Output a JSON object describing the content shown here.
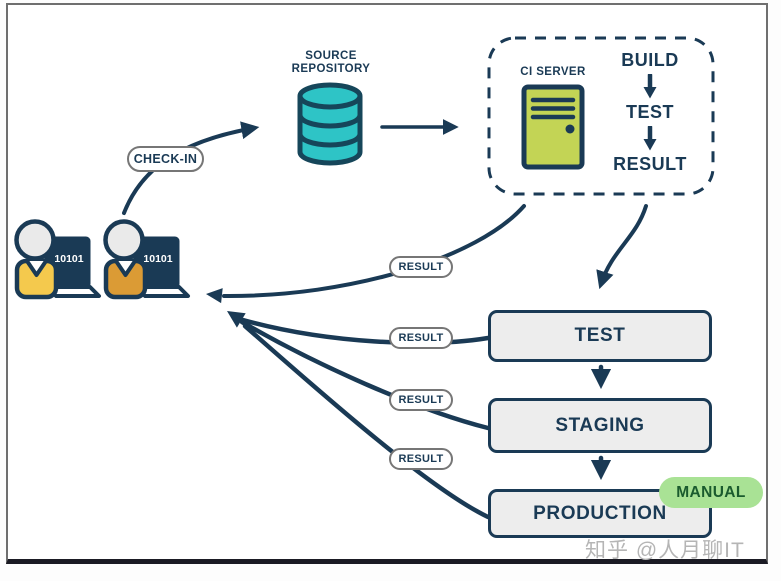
{
  "diagram": {
    "watermark": "知乎 @人月聊IT",
    "colors": {
      "navy": "#1a3a55",
      "teal": "#2ec4c6",
      "server_green": "#c3d455",
      "shirt_yellow": "#f4c94d",
      "shirt_orange": "#db9b35",
      "head_gray": "#eaeaea",
      "stage_box_fill": "#ededed",
      "badge_green": "#a9e295",
      "badge_text_green": "#1a5b2e",
      "pill_border_gray": "#767676"
    },
    "developers": [
      {
        "screen_code": "10101"
      },
      {
        "screen_code": "10101"
      }
    ],
    "checkin": {
      "label": "CHECK-IN"
    },
    "source_repository": {
      "line1": "SOURCE",
      "line2": "REPOSITORY"
    },
    "ci_server": {
      "label": "CI SERVER",
      "steps": [
        "BUILD",
        "TEST",
        "RESULT"
      ]
    },
    "pipeline": {
      "stages": [
        "TEST",
        "STAGING",
        "PRODUCTION"
      ],
      "manual_badge": "MANUAL"
    },
    "result_pills": [
      "RESULT",
      "RESULT",
      "RESULT",
      "RESULT"
    ]
  }
}
